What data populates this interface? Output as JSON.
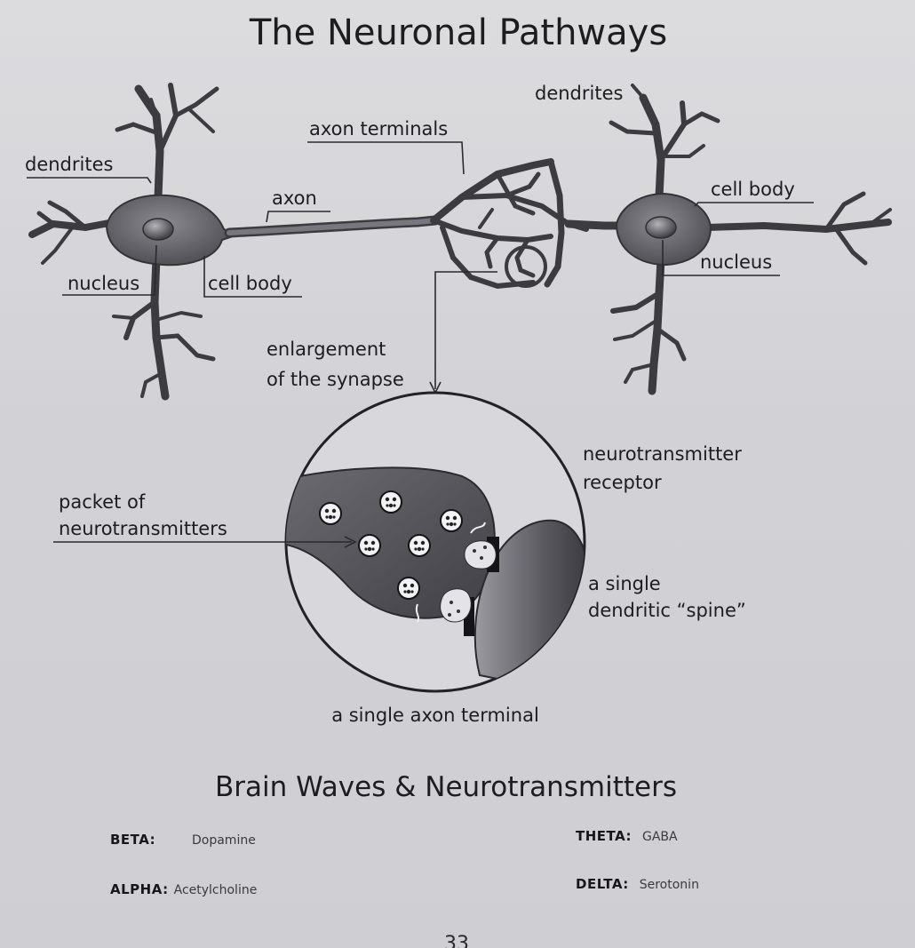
{
  "title": "The Neuronal Pathways",
  "labels": {
    "left_dendrites": "dendrites",
    "left_nucleus": "nucleus",
    "left_cell_body": "cell body",
    "axon": "axon",
    "axon_terminals": "axon terminals",
    "right_dendrites": "dendrites",
    "right_cell_body": "cell body",
    "right_nucleus": "nucleus",
    "enlargement_line1": "enlargement",
    "enlargement_line2": "of the synapse",
    "packet_line1": "packet of",
    "packet_line2": "neurotransmitters",
    "receptor_line1": "neurotransmitter",
    "receptor_line2": "receptor",
    "spine_line1": "a single",
    "spine_line2": "dendritic “spine”",
    "single_axon_terminal": "a single axon terminal"
  },
  "subtitle": "Brain Waves & Neurotransmitters",
  "wave_pairs": [
    {
      "wave": "BETA:",
      "neurotransmitter": "Dopamine"
    },
    {
      "wave": "THETA:",
      "neurotransmitter": "GABA"
    },
    {
      "wave": "ALPHA:",
      "neurotransmitter": "Acetylcholine"
    },
    {
      "wave": "DELTA:",
      "neurotransmitter": "Serotonin"
    }
  ],
  "page_number": "33",
  "colors": {
    "paper": "#d6d6da",
    "ink": "#1d1d20",
    "cell_fill": "#6a6a70",
    "terminal_fill": "#55555b",
    "spine_fill": "#5e5e64"
  }
}
